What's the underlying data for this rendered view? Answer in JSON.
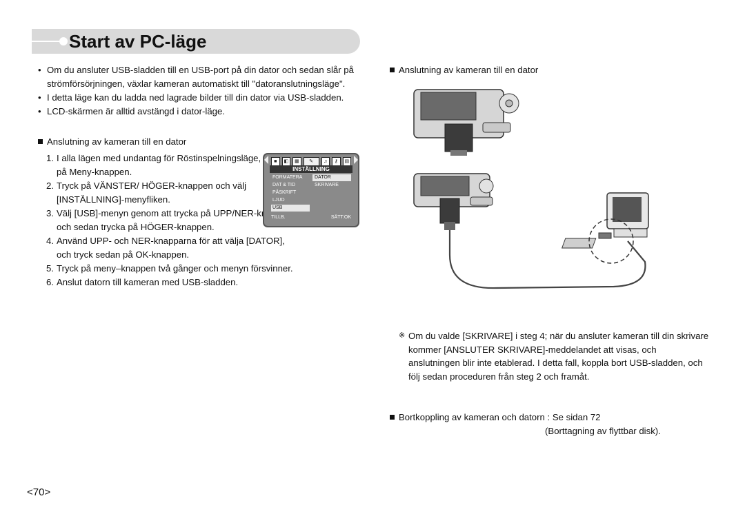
{
  "title": "Start av PC-läge",
  "intro_bullets": [
    "Om du ansluter USB-sladden till en USB-port på din dator och sedan slår på strömförsörjningen, växlar kameran automatiskt till \"datoranslutningsläge\".",
    "I detta läge kan du ladda ned lagrade bilder till din dator via USB-sladden.",
    "LCD-skärmen är alltid avstängd i dator-läge."
  ],
  "section_left": "Anslutning av kameran till en dator",
  "steps": [
    {
      "num": "1.",
      "text": "I alla lägen med undantag för Röstinspelningsläge, tryck på Meny-knappen."
    },
    {
      "num": "2.",
      "text": "Tryck på VÄNSTER/ HÖGER-knappen och välj [INSTÄLLNING]-menyfliken."
    },
    {
      "num": "3.",
      "text": "Välj [USB]-menyn genom att trycka på UPP/NER-knappen och sedan trycka på HÖGER-knappen."
    },
    {
      "num": "4.",
      "text": "Använd UPP- och NER-knapparna för att välja [DATOR], och tryck sedan på OK-knappen."
    },
    {
      "num": "5.",
      "text": "Tryck på meny–knappen två gånger och menyn försvinner."
    },
    {
      "num": "6.",
      "text": "Anslut datorn till kameran med USB-sladden."
    }
  ],
  "lcd": {
    "header": "INSTÄLLNING",
    "menu": [
      "FORMATERA",
      "DAT & TID",
      "PÅSKRIFT",
      "LJUD",
      "USB"
    ],
    "submenu": [
      "DATOR",
      "SKRIVARE"
    ],
    "footer_left": "TILLB.",
    "footer_right": "SÄTT:OK"
  },
  "section_right": "Anslutning av kameran till en dator",
  "note_symbol": "※",
  "note": "Om du valde [SKRIVARE] i steg 4; när du ansluter kameran till din skrivare kommer [ANSLUTER SKRIVARE]-meddelandet att visas, och anslutningen blir inte etablerad. I detta fall, koppla bort USB-sladden, och följ sedan proceduren från steg 2 och framåt.",
  "disconnect": "Bortkoppling av kameran och datorn : Se sidan 72",
  "disconnect_sub": "(Borttagning av flyttbar disk).",
  "page_number": "<70>"
}
